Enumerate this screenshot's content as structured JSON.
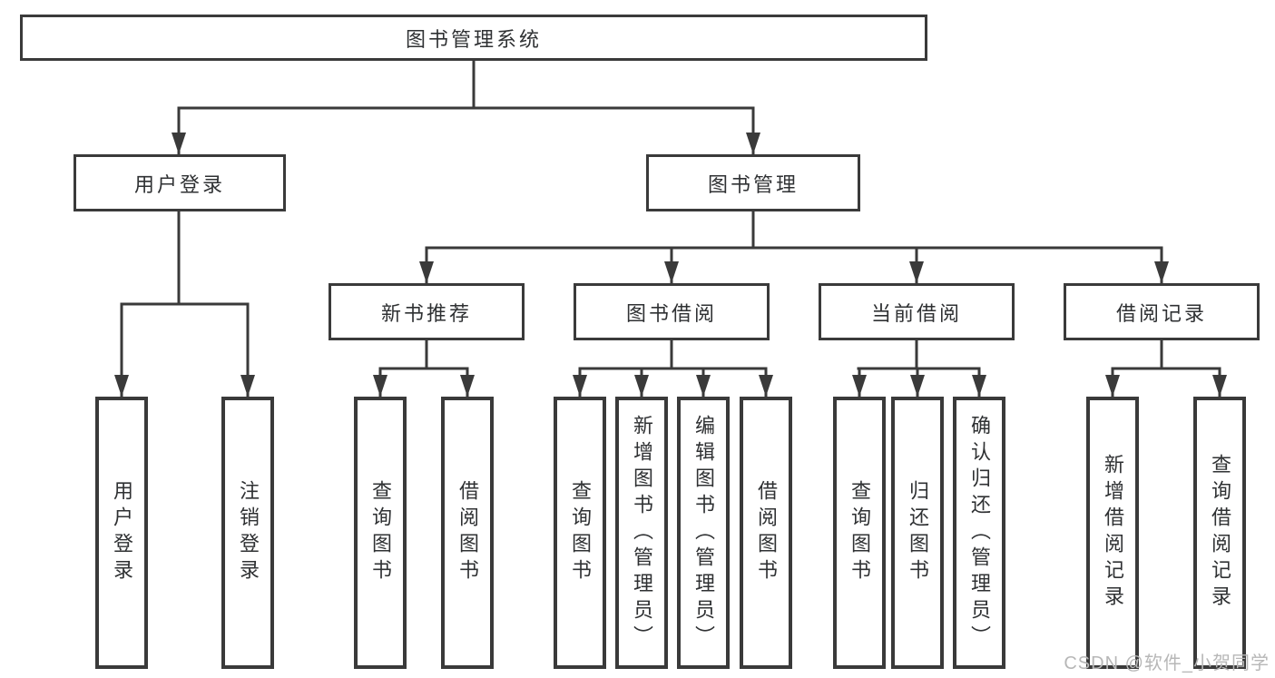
{
  "diagram": {
    "type": "hierarchy-tree",
    "root": {
      "label": "图书管理系统"
    },
    "branches": [
      {
        "label": "用户登录",
        "children": [
          {
            "label": "用户登录"
          },
          {
            "label": "注销登录"
          }
        ]
      },
      {
        "label": "图书管理",
        "sections": [
          {
            "label": "新书推荐",
            "children": [
              {
                "label": "查询图书"
              },
              {
                "label": "借阅图书"
              }
            ]
          },
          {
            "label": "图书借阅",
            "children": [
              {
                "label": "查询图书"
              },
              {
                "label": "新增图书（管理员）"
              },
              {
                "label": "编辑图书（管理员）"
              },
              {
                "label": "借阅图书"
              }
            ]
          },
          {
            "label": "当前借阅",
            "children": [
              {
                "label": "查询图书"
              },
              {
                "label": "归还图书"
              },
              {
                "label": "确认归还（管理员）"
              }
            ]
          },
          {
            "label": "借阅记录",
            "children": [
              {
                "label": "新增借阅记录"
              },
              {
                "label": "查询借阅记录"
              }
            ]
          }
        ]
      }
    ]
  },
  "colors": {
    "line": "#3a3a3a",
    "box_border": "#3a3a3a",
    "box_fill": "#ffffff",
    "text": "#2f3133",
    "watermark": "#b7b7b7"
  },
  "watermark": {
    "text": "CSDN @软件_小贺同学"
  }
}
